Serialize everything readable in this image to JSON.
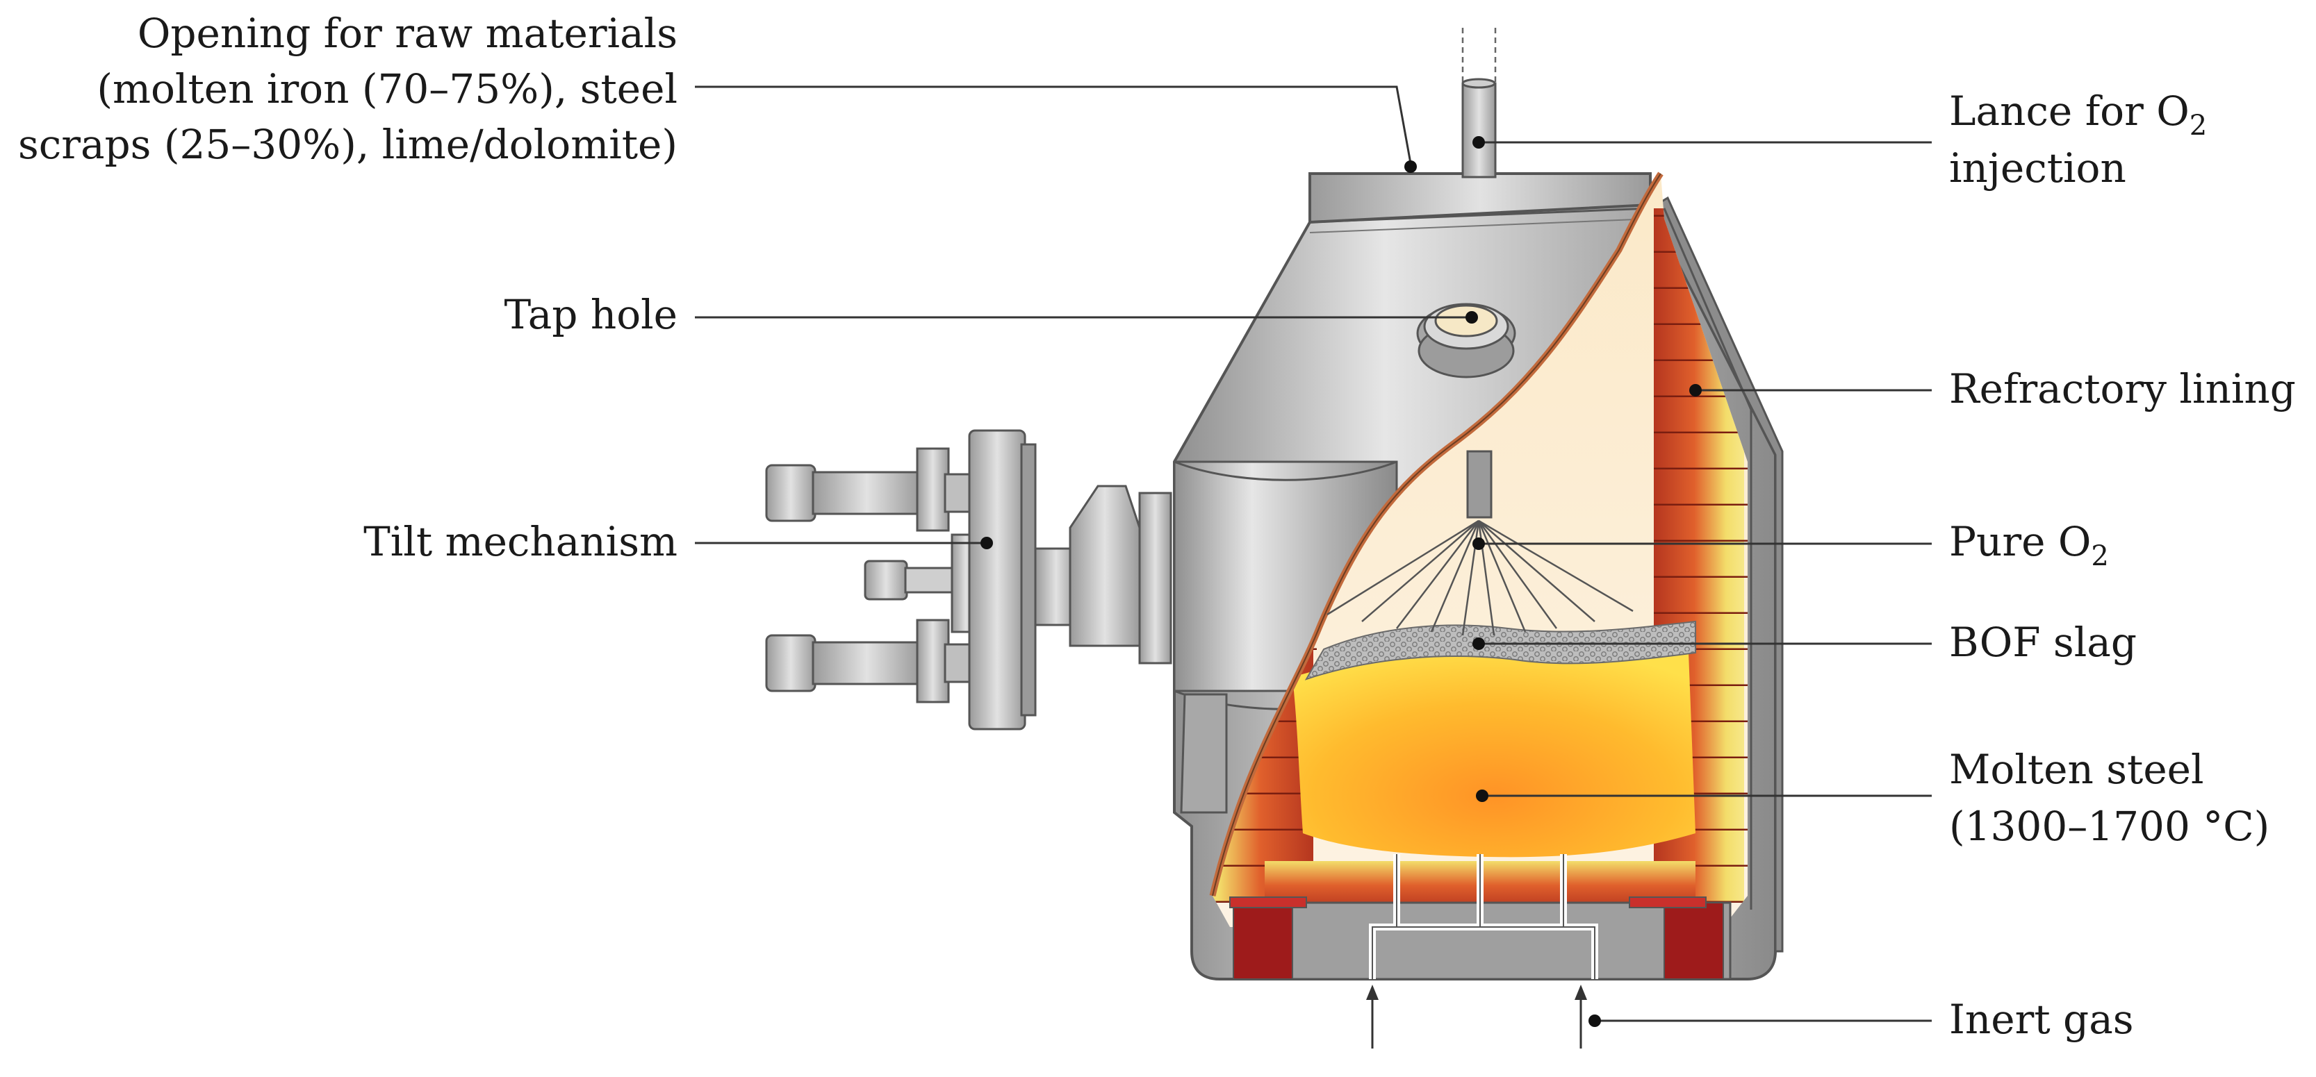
{
  "labels": {
    "opening": [
      "Opening for raw materials",
      "(molten iron (70–75%), steel",
      "scraps (25–30%), lime/dolomite)"
    ],
    "lance": {
      "line1_pre": "Lance for O",
      "line1_sub": "2",
      "line2": "injection"
    },
    "tap_hole": "Tap hole",
    "refractory": "Refractory lining",
    "tilt": "Tilt mechanism",
    "pure_o2": {
      "pre": "Pure O",
      "sub": "2"
    },
    "slag": "BOF slag",
    "molten": [
      "Molten steel",
      "(1300–1700 °C)"
    ],
    "inert": "Inert gas"
  },
  "colors": {
    "shell": "#b9b9b9",
    "refractory_brick": "#c8462e",
    "brick_highlight": "#f3dd6a",
    "molten_steel": "#ffb12b",
    "slag": "#a7a7a7",
    "gas_space": "#fcefd8",
    "base_red": "#9e1b1b"
  }
}
